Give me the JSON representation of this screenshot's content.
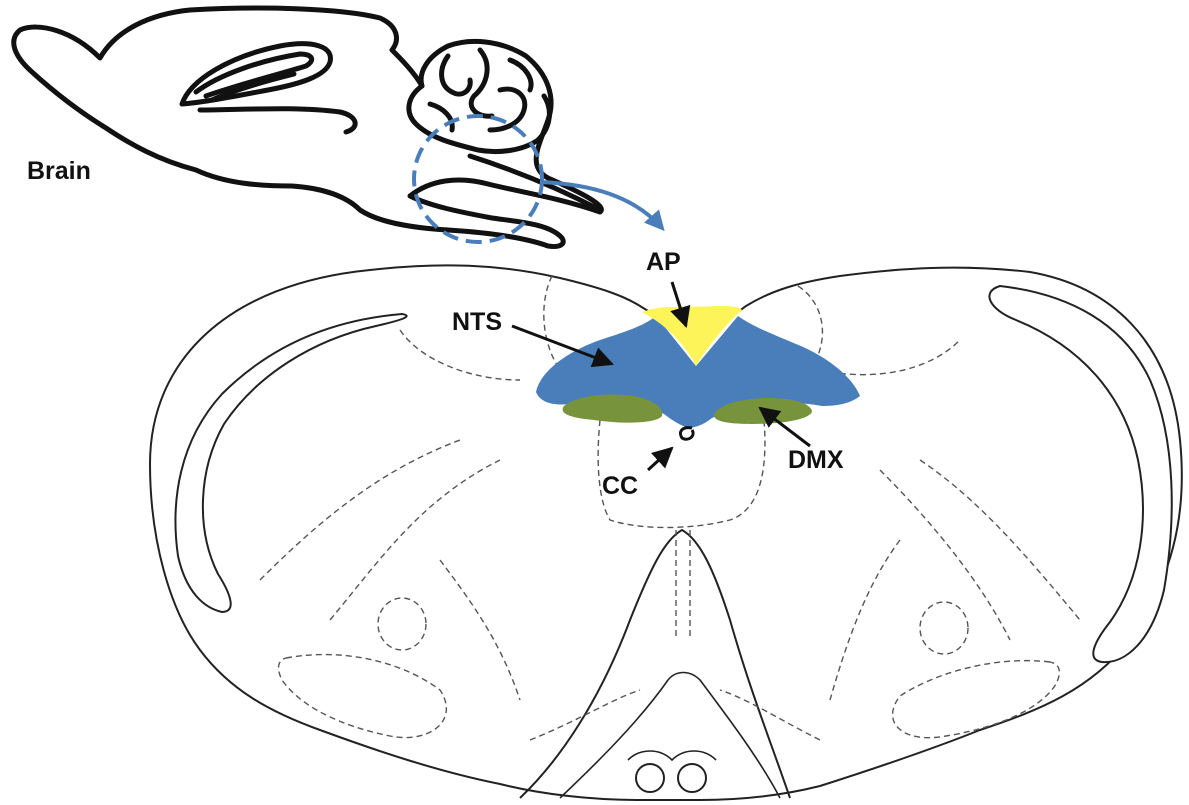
{
  "labels": {
    "brain": "Brain",
    "ap": "AP",
    "nts": "NTS",
    "dmx": "DMX",
    "cc": "CC"
  },
  "colors": {
    "nts_fill": "#4a7ebb",
    "ap_fill": "#fdf45a",
    "dmx_fill": "#77933c",
    "highlight": "#4a7ebb",
    "outline": "#111111"
  }
}
